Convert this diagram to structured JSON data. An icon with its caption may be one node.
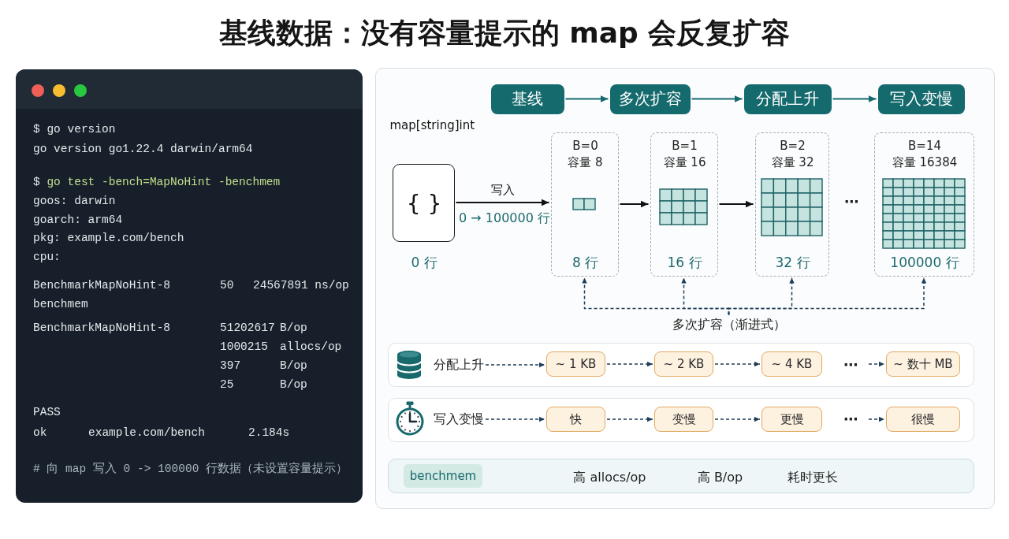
{
  "diagram": {
    "title": "基线数据：没有容量提示的 map 会反复扩容",
    "nodes": [
      {
        "text": [
          "$ go version",
          "go version go1.22.4 darwin/arm64",
          "$",
          "go test -bench=MapNoHint -benchmem",
          "goos: darwin",
          "goarch: arm64",
          "pkg: example.com/bench",
          "cpu:",
          "BenchmarkMapNoHint-8",
          "50",
          "24567891 ns/op",
          "benchmem",
          "BenchmarkMapNoHint-8",
          "51202617",
          "B/op",
          "1000215",
          "allocs/op",
          "397",
          "B/op",
          "25",
          "B/op",
          "PASS",
          "ok",
          "example.com/bench",
          "2.184s",
          "# 向 map 写入 0 -> 100000 行数据（未设置容量提示）"
        ]
      },
      {
        "text": [],
        "shape": "box"
      },
      {
        "text": [
          "基线"
        ],
        "in": 1
      },
      {
        "text": [
          "多次扩容"
        ],
        "in": 1
      },
      {
        "text": [
          "分配上升"
        ],
        "in": 1
      },
      {
        "text": [
          "写入变慢"
        ],
        "in": 1
      },
      {
        "text": [
          "map[string]int",
          "{ }"
        ],
        "beside": [
          "0 行"
        ],
        "in": 1
      },
      {
        "text": [
          "B=0",
          "容量 8",
          "8 行"
        ],
        "in": 1
      },
      {
        "text": [
          "B=1",
          "容量 16",
          "16 行"
        ],
        "in": 1
      },
      {
        "text": [
          "B=2",
          "容量 32",
          "32 行"
        ],
        "in": 1
      },
      {
        "text": [
          "B=14",
          "容量 16384",
          "100000 行"
        ],
        "in": 1
      },
      {
        "text": [
          "多次扩容（渐进式）"
        ],
        "in": 1
      },
      {
        "text": [],
        "shape": "box",
        "in": 1
      },
      {
        "text": [
          "分配上升"
        ],
        "in": 12
      },
      {
        "text": [
          "~ 1 KB"
        ],
        "in": 12
      },
      {
        "text": [
          "~ 2 KB"
        ],
        "in": 12
      },
      {
        "text": [
          "~ 4 KB"
        ],
        "in": 12
      },
      {
        "text": [
          "~ 数十 MB"
        ],
        "in": 12
      },
      {
        "text": [],
        "shape": "box",
        "in": 1
      },
      {
        "text": [
          "写入变慢"
        ],
        "in": 18
      },
      {
        "text": [
          "快"
        ],
        "in": 18
      },
      {
        "text": [
          "变慢"
        ],
        "in": 18
      },
      {
        "text": [
          "更慢"
        ],
        "in": 18
      },
      {
        "text": [
          "很慢"
        ],
        "in": 18
      },
      {
        "text": [
          "高 allocs/op",
          "高 B/op",
          "耗时更长"
        ],
        "in": 1
      },
      {
        "text": [
          "benchmem"
        ],
        "in": 24
      }
    ],
    "edges": [
      {
        "from": 2,
        "to": 3,
        "arrow": "to",
        "color": "#176b6e"
      },
      {
        "from": 3,
        "to": 4,
        "arrow": "to",
        "color": "#176b6e"
      },
      {
        "from": 4,
        "to": 5,
        "arrow": "to",
        "color": "#176b6e"
      },
      {
        "from": 6,
        "to": 7,
        "arrow": "to",
        "label": "写入",
        "color": "#111111"
      },
      {
        "from": 7,
        "to": 8,
        "arrow": "to",
        "color": "#111111"
      },
      {
        "from": 8,
        "to": 9,
        "arrow": "to",
        "color": "#111111"
      },
      {
        "from": 11,
        "to": 7,
        "arrow": "to",
        "style": "dashed"
      },
      {
        "from": 11,
        "to": 8,
        "arrow": "to",
        "style": "dashed"
      },
      {
        "from": 11,
        "to": 9,
        "arrow": "to",
        "style": "dashed"
      },
      {
        "from": 11,
        "to": 10,
        "arrow": "to",
        "style": "dashed"
      },
      {
        "from": 13,
        "to": 14,
        "arrow": "to",
        "style": "dashed"
      },
      {
        "from": 14,
        "to": 15,
        "arrow": "to",
        "style": "dashed"
      },
      {
        "from": 15,
        "to": 16,
        "arrow": "to",
        "style": "dashed"
      },
      {
        "from": null,
        "to": 17,
        "arrow": "to",
        "style": "dashed"
      },
      {
        "from": 19,
        "to": 20,
        "arrow": "to",
        "style": "dashed"
      },
      {
        "from": 20,
        "to": 21,
        "arrow": "to",
        "style": "dashed"
      },
      {
        "from": 21,
        "to": 22,
        "arrow": "to",
        "style": "dashed"
      },
      {
        "from": null,
        "to": 23,
        "arrow": "to",
        "style": "dashed"
      }
    ],
    "labels": [
      "0 → 100000 行",
      "⋯",
      "⋯",
      "⋯"
    ]
  }
}
